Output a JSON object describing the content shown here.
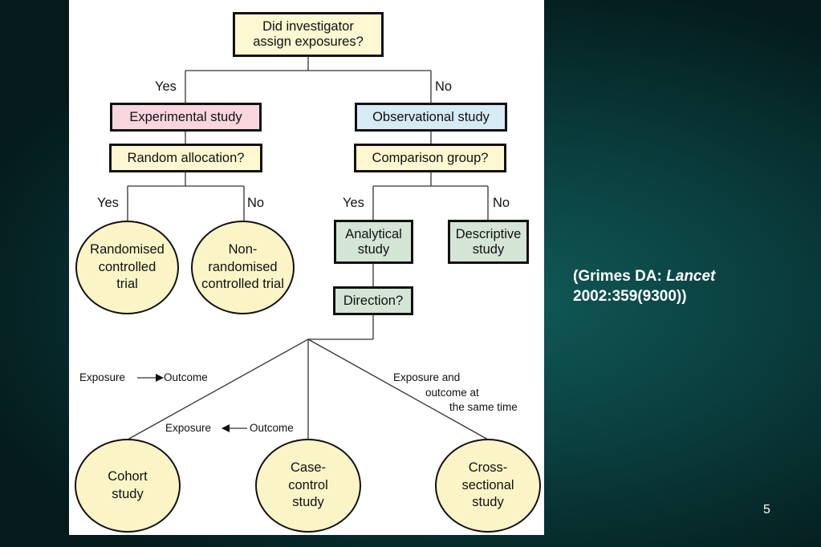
{
  "diagram": {
    "root": "Did investigator assign exposures?",
    "yes_label": "Yes",
    "no_label": "No",
    "experimental": "Experimental study",
    "observational": "Observational study",
    "random_allocation": "Random allocation?",
    "comparison_group": "Comparison group?",
    "rct": "Randomised controlled trial",
    "non_rct": "Non-randomised controlled trial",
    "analytical": "Analytical study",
    "descriptive": "Descriptive study",
    "direction": "Direction?",
    "exposure_to_outcome": {
      "left": "Exposure",
      "right": "Outcome"
    },
    "outcome_to_exposure": {
      "left": "Exposure",
      "right": "Outcome"
    },
    "same_time": {
      "line1": "Exposure and",
      "line2": "outcome at",
      "line3": "the same time"
    },
    "cohort": "Cohort study",
    "case_control": "Case-control study",
    "cross_sectional": "Cross-sectional study"
  },
  "citation": {
    "prefix": "(Grimes DA: ",
    "journal": "Lancet",
    "ref": "2002:359(9300))"
  },
  "slide_number": "5"
}
